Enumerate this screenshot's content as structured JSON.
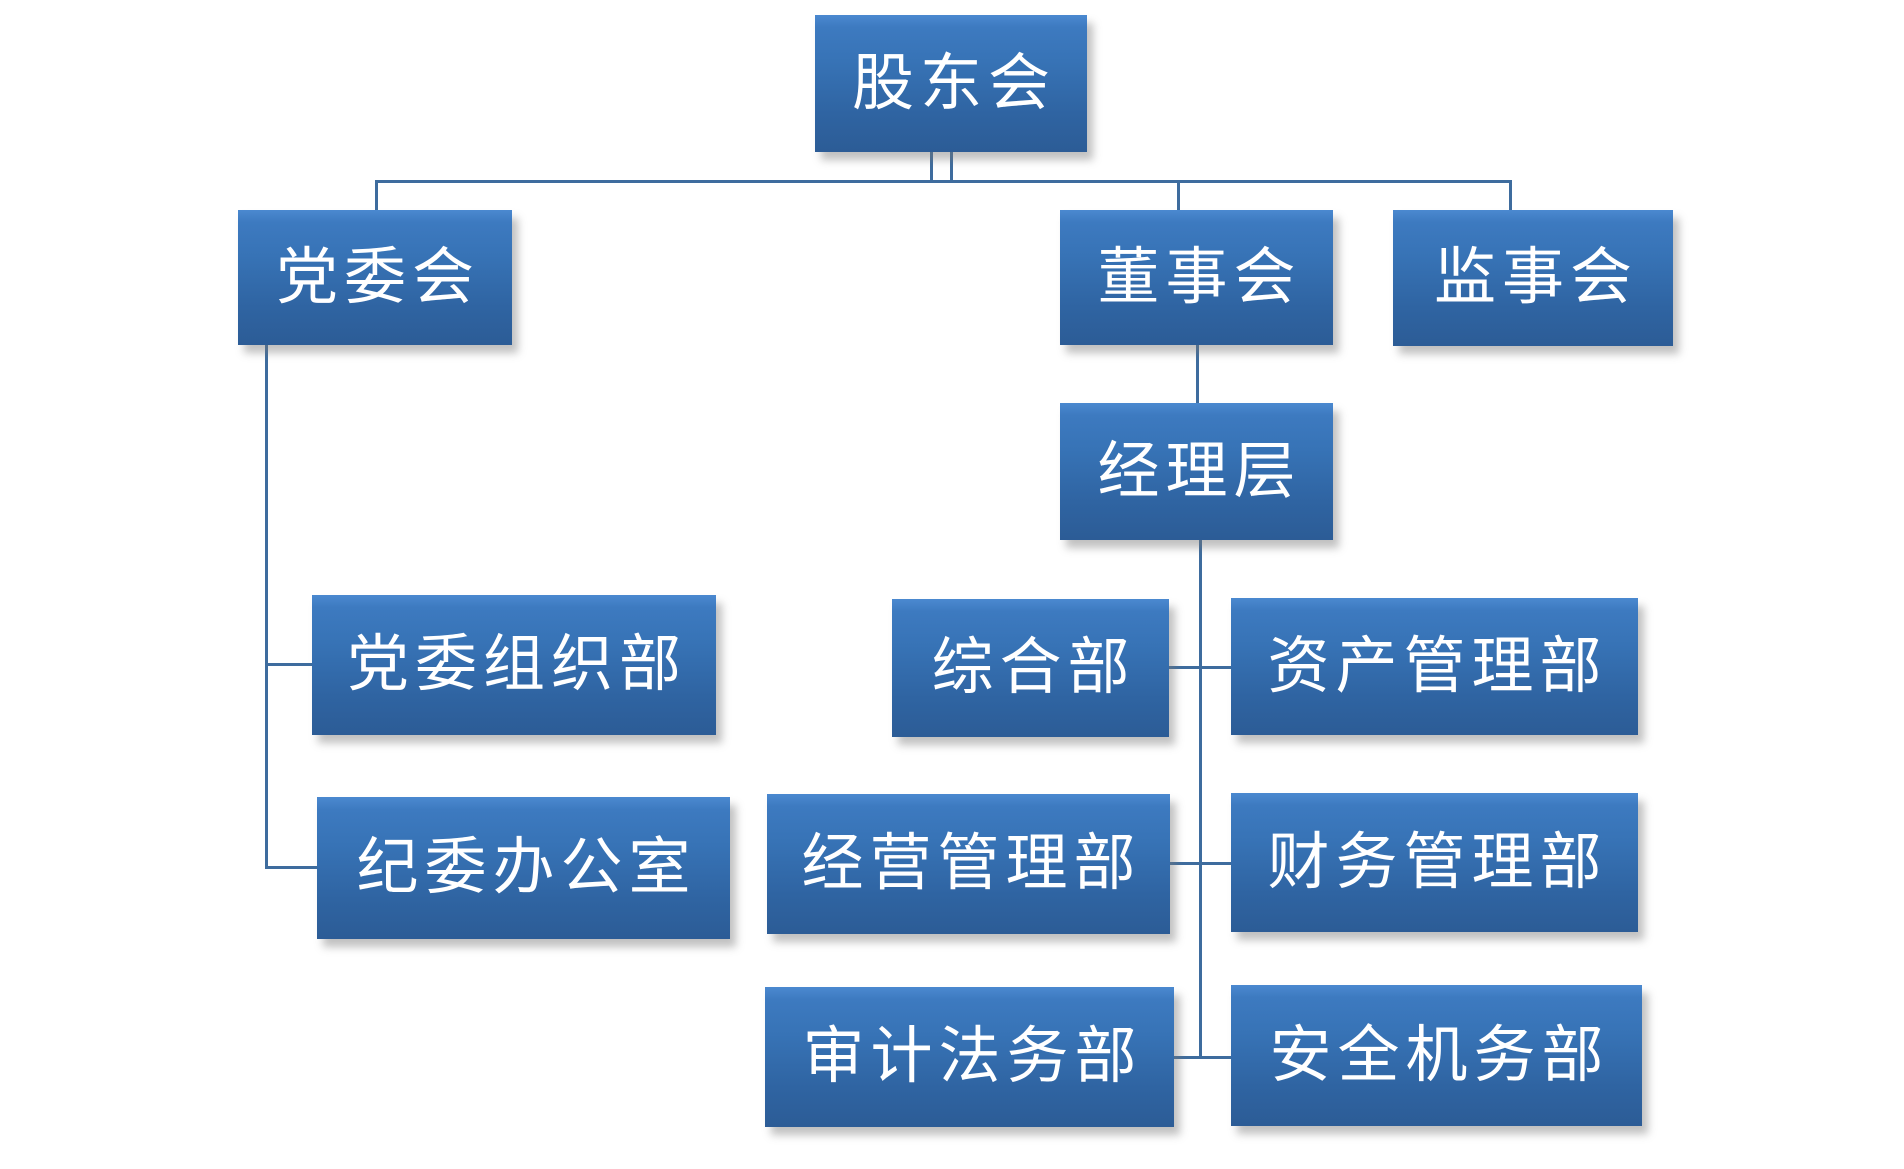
{
  "diagram": {
    "type": "org-chart",
    "colors": {
      "background": "#ffffff",
      "box_gradient_top": "#4b89d0",
      "box_gradient_bottom": "#2c5c96",
      "box_text": "#ffffff",
      "connector": "#3e6c9e"
    },
    "nodes": {
      "shareholders": {
        "label": "股东会",
        "level": 1,
        "parent": null
      },
      "party_committee": {
        "label": "党委会",
        "level": 2,
        "parent": "shareholders"
      },
      "board": {
        "label": "董事会",
        "level": 2,
        "parent": "shareholders"
      },
      "supervisory": {
        "label": "监事会",
        "level": 2,
        "parent": "shareholders"
      },
      "management": {
        "label": "经理层",
        "level": 3,
        "parent": "board"
      },
      "party_org_dept": {
        "label": "党委组织部",
        "level": 3,
        "parent": "party_committee"
      },
      "general_dept": {
        "label": "综合部",
        "level": 4,
        "parent": "management"
      },
      "asset_dept": {
        "label": "资产管理部",
        "level": 4,
        "parent": "management"
      },
      "discipline_office": {
        "label": "纪委办公室",
        "level": 3,
        "parent": "party_committee"
      },
      "operations_dept": {
        "label": "经营管理部",
        "level": 4,
        "parent": "management"
      },
      "finance_dept": {
        "label": "财务管理部",
        "level": 4,
        "parent": "management"
      },
      "audit_legal_dept": {
        "label": "审计法务部",
        "level": 4,
        "parent": "management"
      },
      "safety_dept": {
        "label": "安全机务部",
        "level": 4,
        "parent": "management"
      }
    }
  }
}
